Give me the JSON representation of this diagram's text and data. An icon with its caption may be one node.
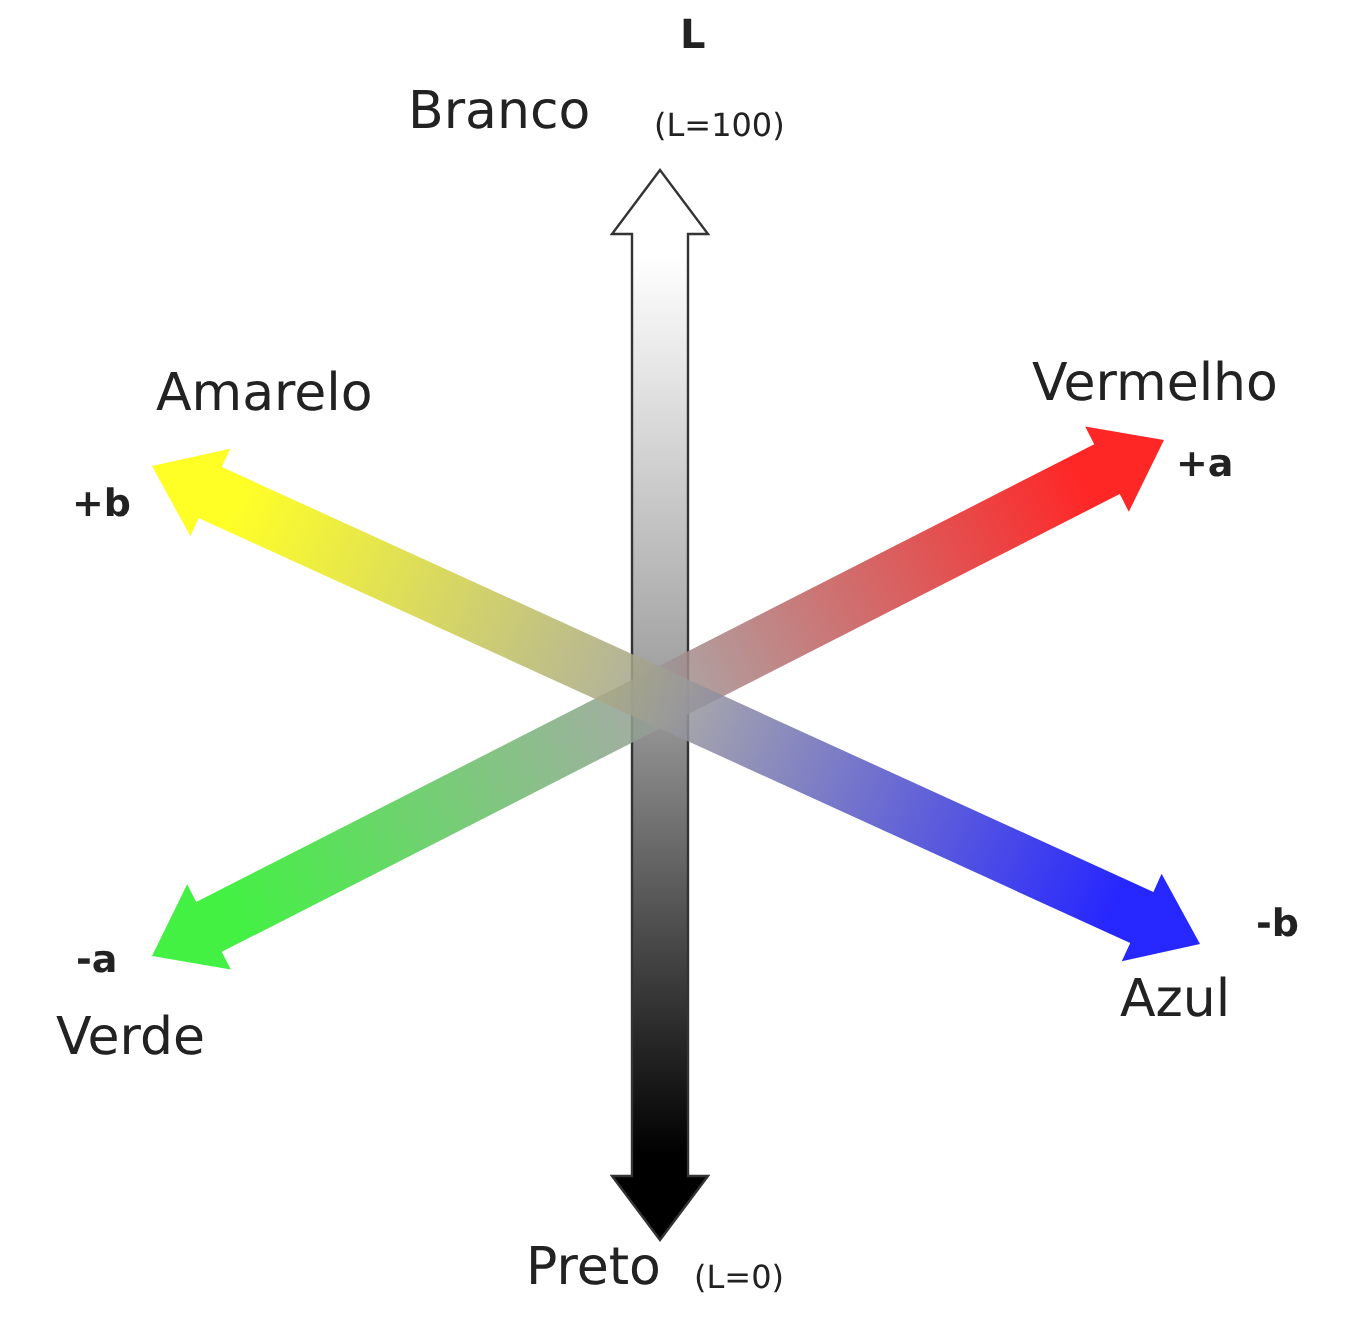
{
  "diagram": {
    "labels": [
      "L",
      "Branco",
      "(L=100)",
      "Amarelo",
      "Vermelho",
      "+a",
      "+b",
      "-a",
      "-b",
      "Verde",
      "Azul",
      "Preto",
      "(L=0)"
    ]
  }
}
